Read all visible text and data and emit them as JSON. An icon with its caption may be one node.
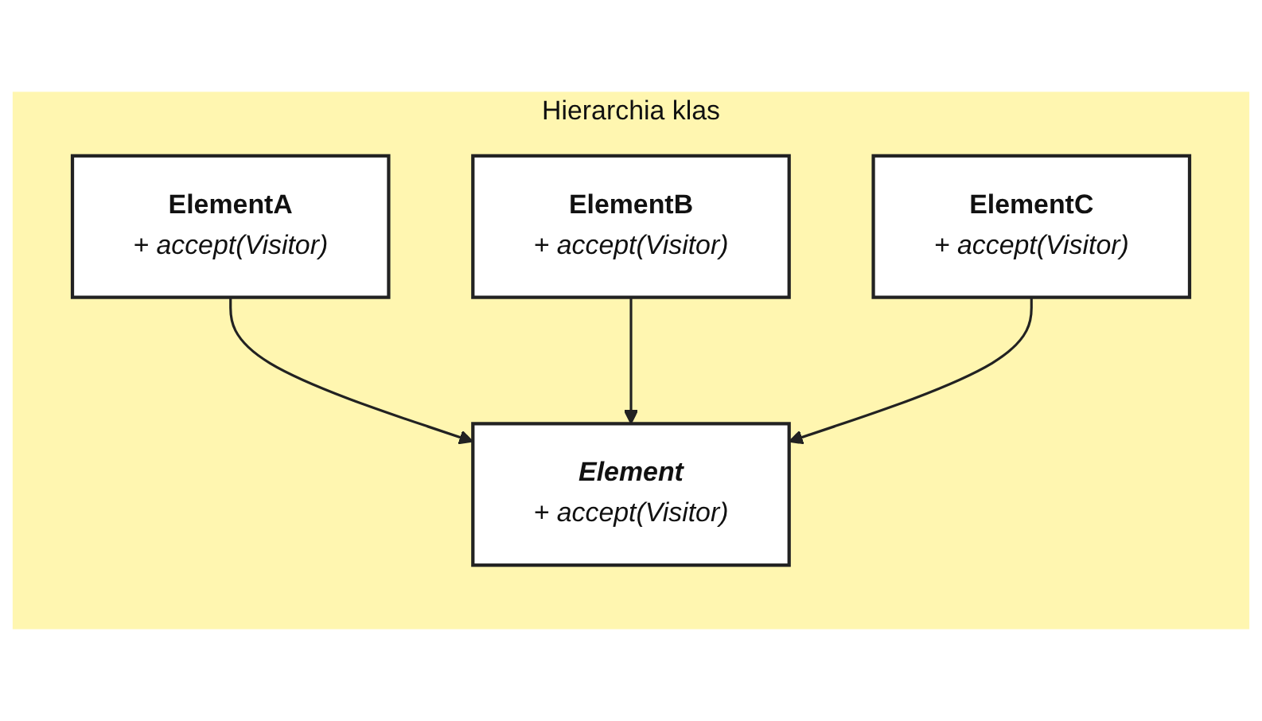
{
  "diagram": {
    "nodes": [
      {
        "text": [
          "Hierarchia klas"
        ]
      },
      {
        "text": [
          "Element",
          "+ accept(Visitor)"
        ],
        "in": 0
      },
      {
        "text": [
          "ElementA",
          "+ accept(Visitor)"
        ],
        "in": 0
      },
      {
        "text": [
          "ElementB",
          "+ accept(Visitor)"
        ],
        "in": 0
      },
      {
        "text": [
          "ElementC",
          "+ accept(Visitor)"
        ],
        "in": 0
      }
    ],
    "edges": [
      {
        "from": 2,
        "to": 1,
        "arrow": "to"
      },
      {
        "from": 3,
        "to": 1,
        "arrow": "to"
      },
      {
        "from": 4,
        "to": 1,
        "arrow": "to"
      }
    ]
  }
}
